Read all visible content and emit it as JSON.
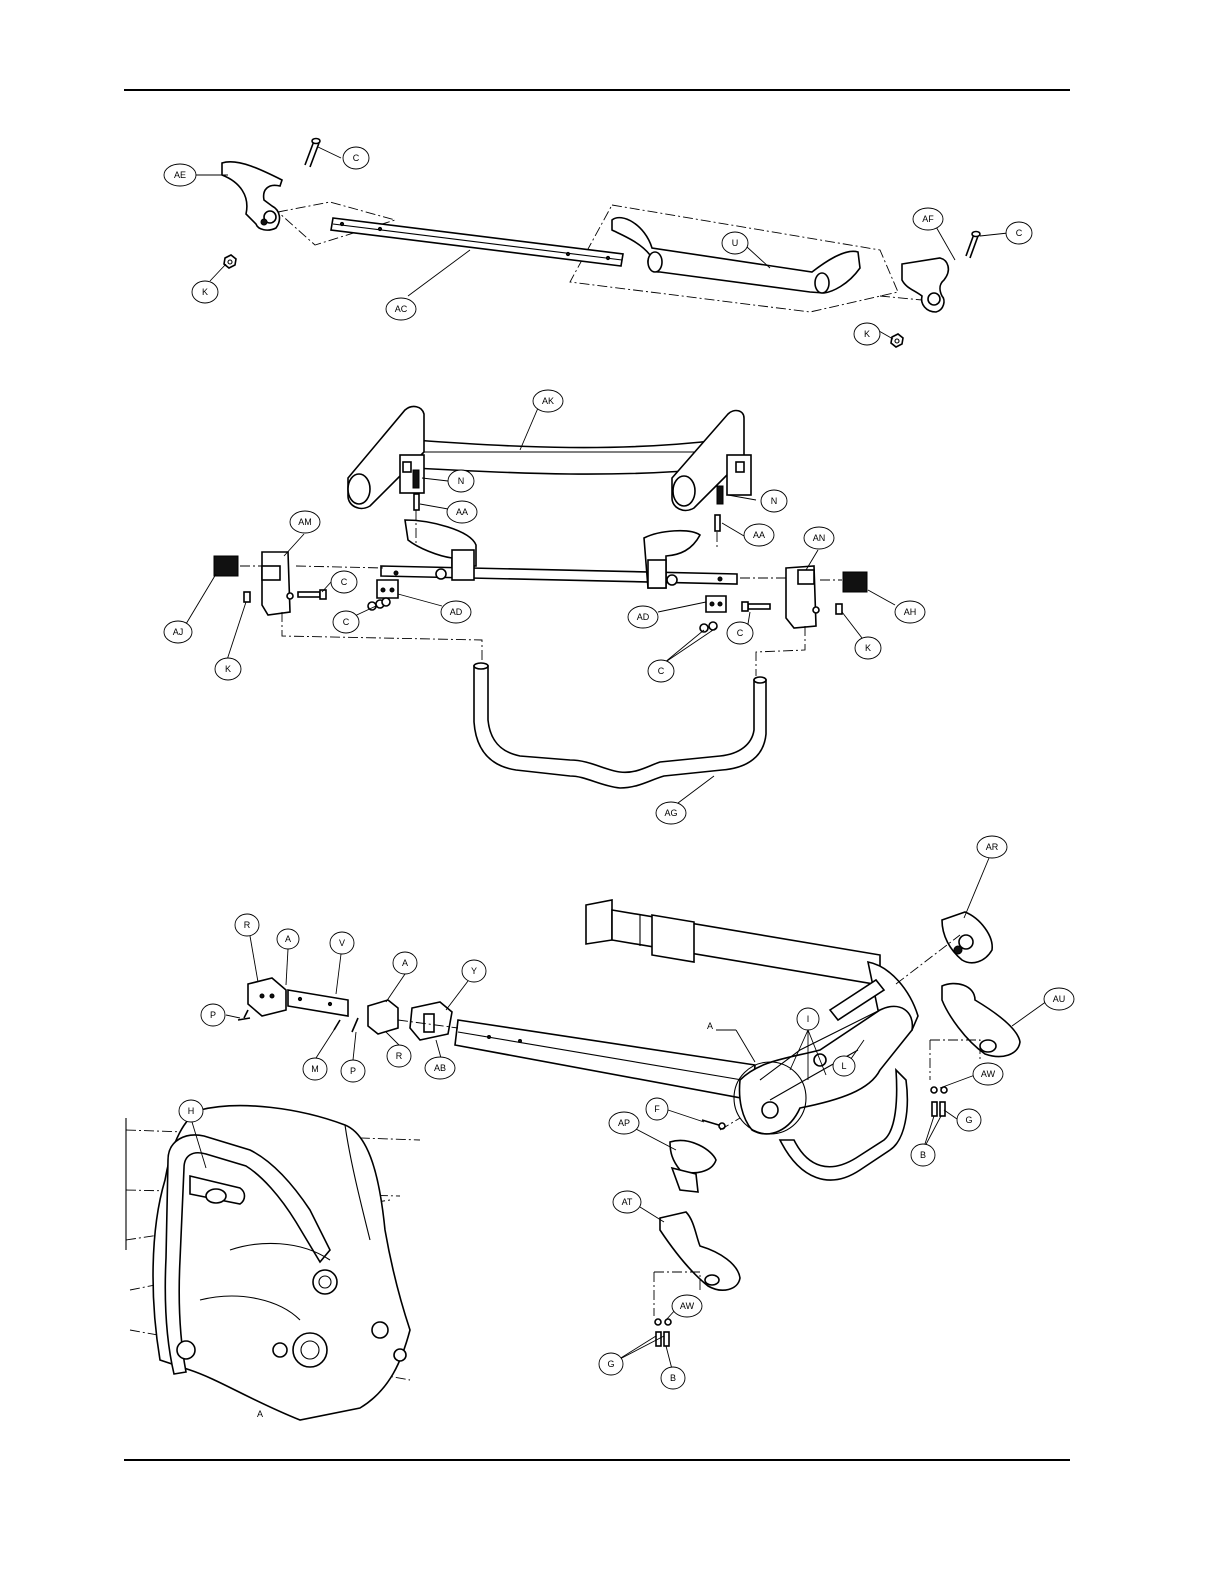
{
  "callouts": {
    "top": [
      {
        "id": "c1",
        "text": "AE"
      },
      {
        "id": "c2",
        "text": "C"
      },
      {
        "id": "c3",
        "text": "K"
      },
      {
        "id": "c4",
        "text": "AC"
      },
      {
        "id": "c5",
        "text": "U"
      },
      {
        "id": "c6",
        "text": "AF"
      },
      {
        "id": "c7",
        "text": "C"
      },
      {
        "id": "c8",
        "text": "K"
      }
    ],
    "middle": [
      {
        "id": "m1",
        "text": "AK"
      },
      {
        "id": "m2",
        "text": "N"
      },
      {
        "id": "m3",
        "text": "AA"
      },
      {
        "id": "m4",
        "text": "N"
      },
      {
        "id": "m5",
        "text": "AA"
      },
      {
        "id": "m6",
        "text": "AM"
      },
      {
        "id": "m7",
        "text": "AN"
      },
      {
        "id": "m8",
        "text": "C"
      },
      {
        "id": "m9",
        "text": "AD"
      },
      {
        "id": "m10",
        "text": "C"
      },
      {
        "id": "m11",
        "text": "AJ"
      },
      {
        "id": "m12",
        "text": "K"
      },
      {
        "id": "m13",
        "text": "AH"
      },
      {
        "id": "m14",
        "text": "AD"
      },
      {
        "id": "m15",
        "text": "C"
      },
      {
        "id": "m16",
        "text": "C"
      },
      {
        "id": "m17",
        "text": "K"
      },
      {
        "id": "m18",
        "text": "AG"
      }
    ],
    "bottom": [
      {
        "id": "b1",
        "text": "AR"
      },
      {
        "id": "b2",
        "text": "R"
      },
      {
        "id": "b3",
        "text": "A"
      },
      {
        "id": "b4",
        "text": "V"
      },
      {
        "id": "b5",
        "text": "A"
      },
      {
        "id": "b6",
        "text": "Y"
      },
      {
        "id": "b7",
        "text": "P"
      },
      {
        "id": "b8",
        "text": "M"
      },
      {
        "id": "b9",
        "text": "P"
      },
      {
        "id": "b10",
        "text": "R"
      },
      {
        "id": "b11",
        "text": "AB"
      },
      {
        "id": "b12",
        "text": "I"
      },
      {
        "id": "b13",
        "text": "L"
      },
      {
        "id": "b14",
        "text": "AU"
      },
      {
        "id": "b15",
        "text": "AW"
      },
      {
        "id": "b16",
        "text": "G"
      },
      {
        "id": "b17",
        "text": "B"
      },
      {
        "id": "b18",
        "text": "F"
      },
      {
        "id": "b19",
        "text": "AP"
      },
      {
        "id": "b20",
        "text": "AT"
      },
      {
        "id": "b21",
        "text": "AW"
      },
      {
        "id": "b22",
        "text": "G"
      },
      {
        "id": "b23",
        "text": "B"
      },
      {
        "id": "b24",
        "text": "H"
      }
    ]
  },
  "detail": {
    "ref_label": "A",
    "detail_label": "A"
  }
}
